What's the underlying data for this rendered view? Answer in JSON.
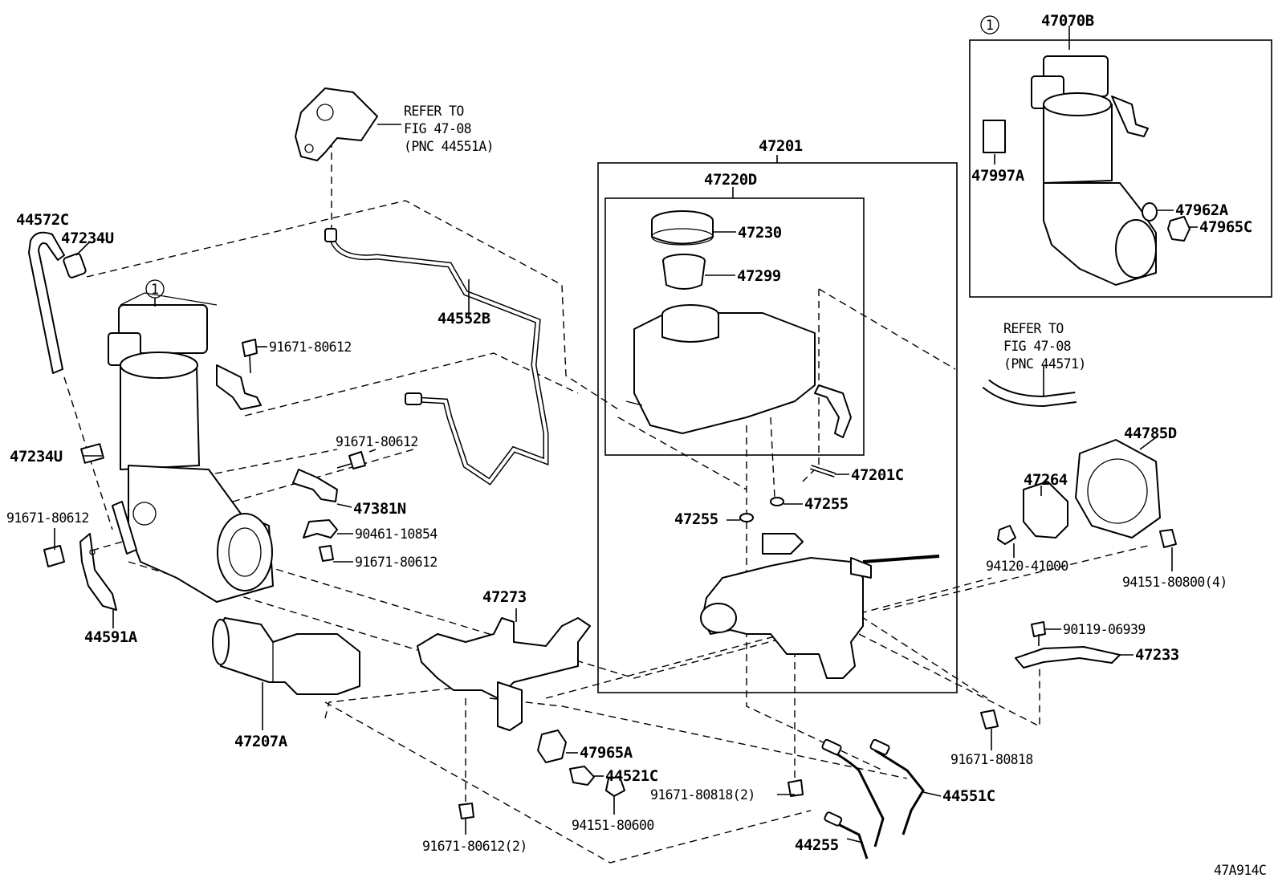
{
  "diagram_code": "47A914C",
  "callout_marker": "1",
  "refer_notes": [
    {
      "line1": "REFER TO",
      "line2": "FIG 47-08",
      "line3": "(PNC 44551A)"
    },
    {
      "line1": "REFER TO",
      "line2": "FIG 47-08",
      "line3": "(PNC 44571)"
    }
  ],
  "part_labels": {
    "p47070B": "47070B",
    "p47997A": "47997A",
    "p47962A": "47962A",
    "p47965C": "47965C",
    "p47201": "47201",
    "p47220D": "47220D",
    "p47230": "47230",
    "p47299": "47299",
    "p44572C": "44572C",
    "p47234U_top": "47234U",
    "p44552B": "44552B",
    "p91671_80612_a": "91671-80612",
    "p91671_80612_b": "91671-80612",
    "p47381N": "47381N",
    "p90461_10854": "90461-10854",
    "p91671_80612_c": "91671-80612",
    "p47234U_mid": "47234U",
    "p91671_80612_d": "91671-80612",
    "p44591A": "44591A",
    "p47201C": "47201C",
    "p47255_a": "47255",
    "p47255_b": "47255",
    "p44785D": "44785D",
    "p47264": "47264",
    "p94120_41000": "94120-41000",
    "p94151_80800": "94151-80800(4)",
    "p47273": "47273",
    "p90119_06939": "90119-06939",
    "p47233": "47233",
    "p47207A": "47207A",
    "p47965A": "47965A",
    "p44521C": "44521C",
    "p91671_80818_a": "91671-80818",
    "p91671_80818_b": "91671-80818(2)",
    "p94151_80600": "94151-80600",
    "p44551C": "44551C",
    "p44255": "44255",
    "p91671_80612_e": "91671-80612(2)"
  }
}
